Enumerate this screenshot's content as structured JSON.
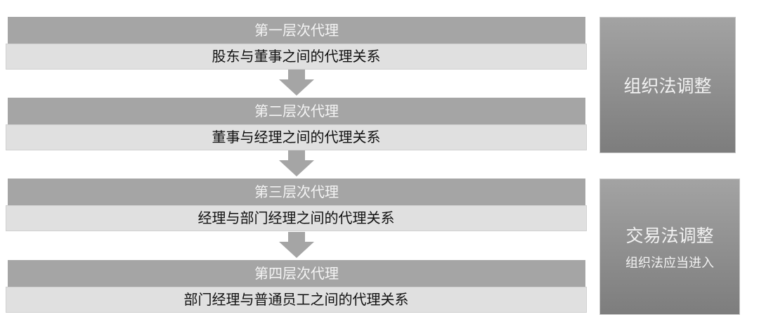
{
  "levels": [
    {
      "title": "第一层次代理",
      "relation": "股东与董事之间的代理关系"
    },
    {
      "title": "第二层次代理",
      "relation": "董事与经理之间的代理关系"
    },
    {
      "title": "第三层次代理",
      "relation": "经理与部门经理之间的代理关系"
    },
    {
      "title": "第四层次代理",
      "relation": "部门经理与普通员工之间的代理关系"
    }
  ],
  "side": {
    "box1": {
      "label": "组织法调整"
    },
    "box2": {
      "label": "交易法调整",
      "note": "组织法应当进入"
    }
  },
  "colors": {
    "header": "#a5a5a5",
    "sub": "#e0e0e0",
    "arrow": "#a5a5a5"
  }
}
